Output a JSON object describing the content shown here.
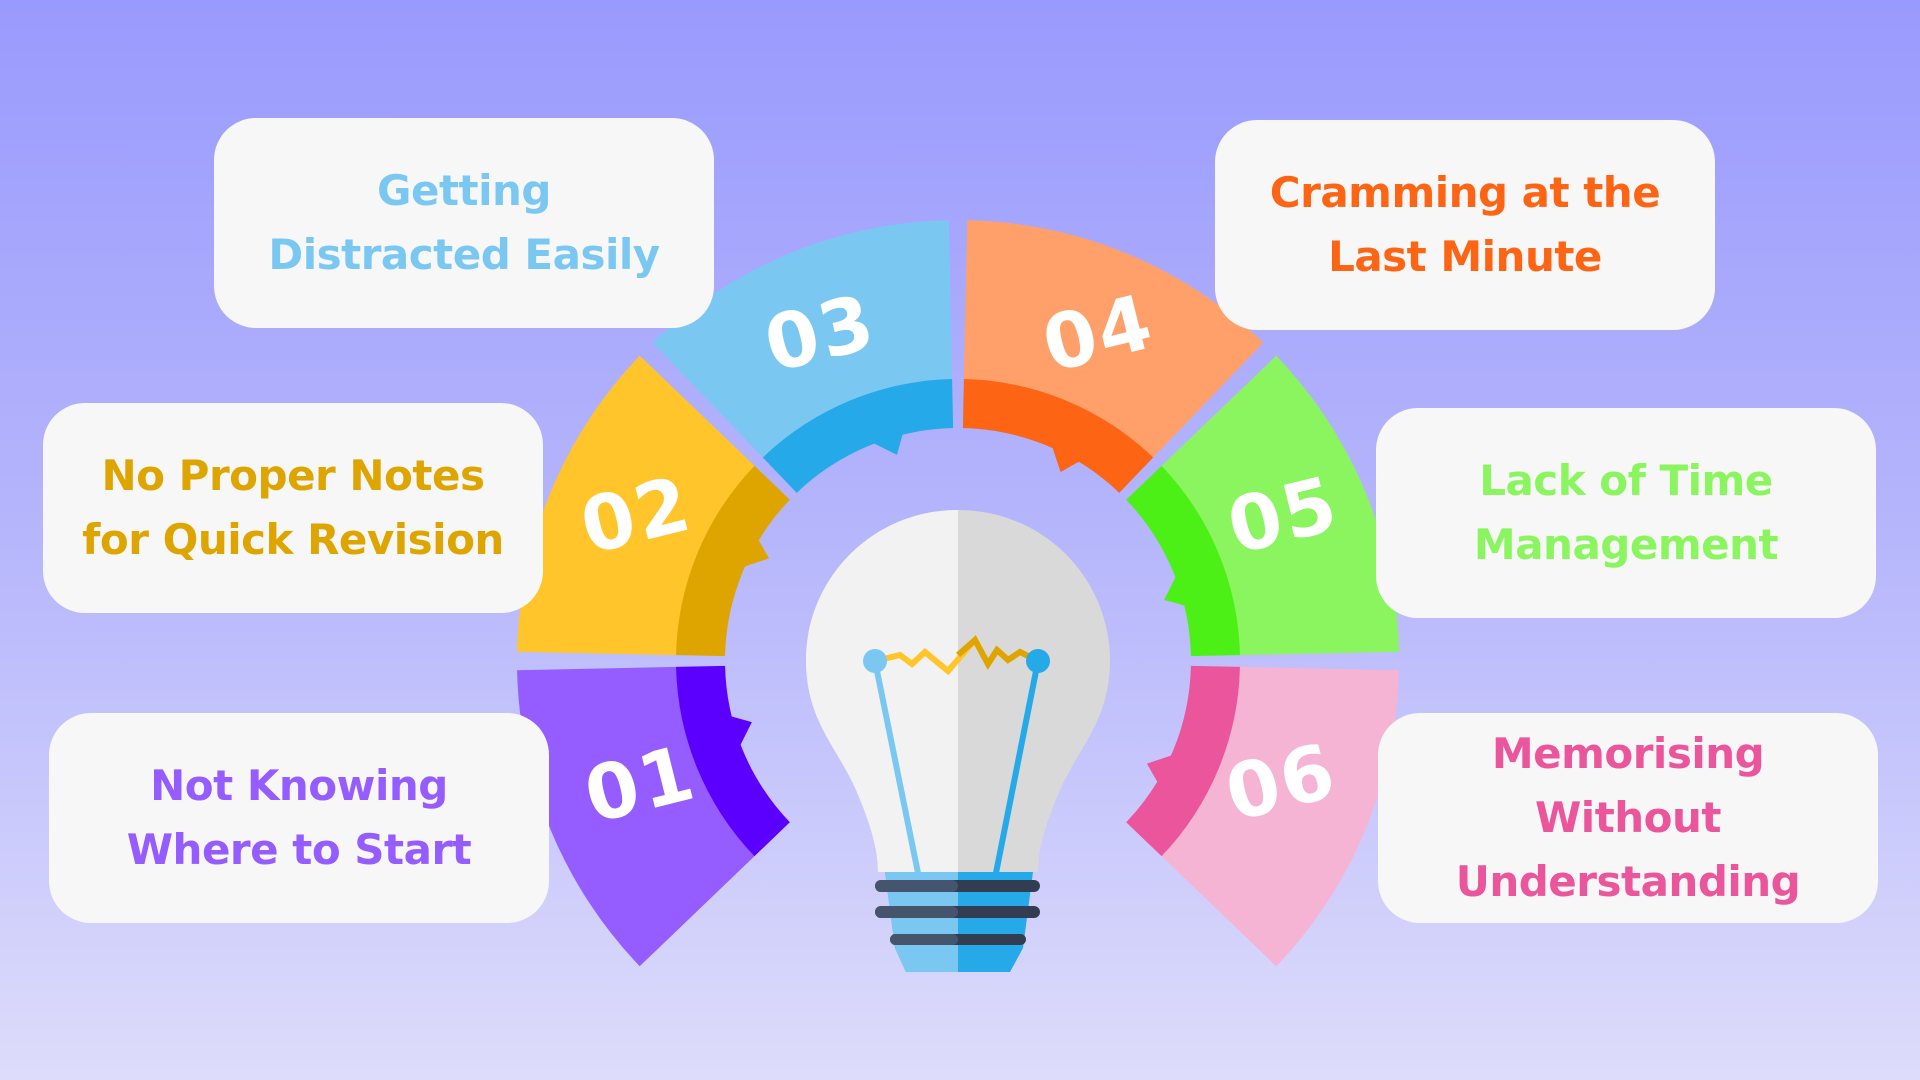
{
  "items": [
    {
      "number": "01",
      "lines": [
        "Not Knowing",
        "Where to Start"
      ],
      "light": "#955cff",
      "dark": "#5b00ff",
      "text": "#955cff"
    },
    {
      "number": "02",
      "lines": [
        "No Proper Notes",
        "for Quick Revision"
      ],
      "light": "#ffc52b",
      "dark": "#dea500",
      "text": "#dea500"
    },
    {
      "number": "03",
      "lines": [
        "Getting",
        "Distracted Easily"
      ],
      "light": "#7ac8f2",
      "dark": "#25a9e8",
      "text": "#7ac8f2"
    },
    {
      "number": "04",
      "lines": [
        "Cramming at the",
        "Last Minute"
      ],
      "light": "#ffa06b",
      "dark": "#fd6515",
      "text": "#fd6515"
    },
    {
      "number": "05",
      "lines": [
        "Lack of Time",
        "Management"
      ],
      "light": "#8af55f",
      "dark": "#4df016",
      "text": "#8af55f"
    },
    {
      "number": "06",
      "lines": [
        "Memorising",
        "Without",
        "Understanding"
      ],
      "light": "#f5b4d3",
      "dark": "#ea559b",
      "text": "#ea559b"
    }
  ]
}
